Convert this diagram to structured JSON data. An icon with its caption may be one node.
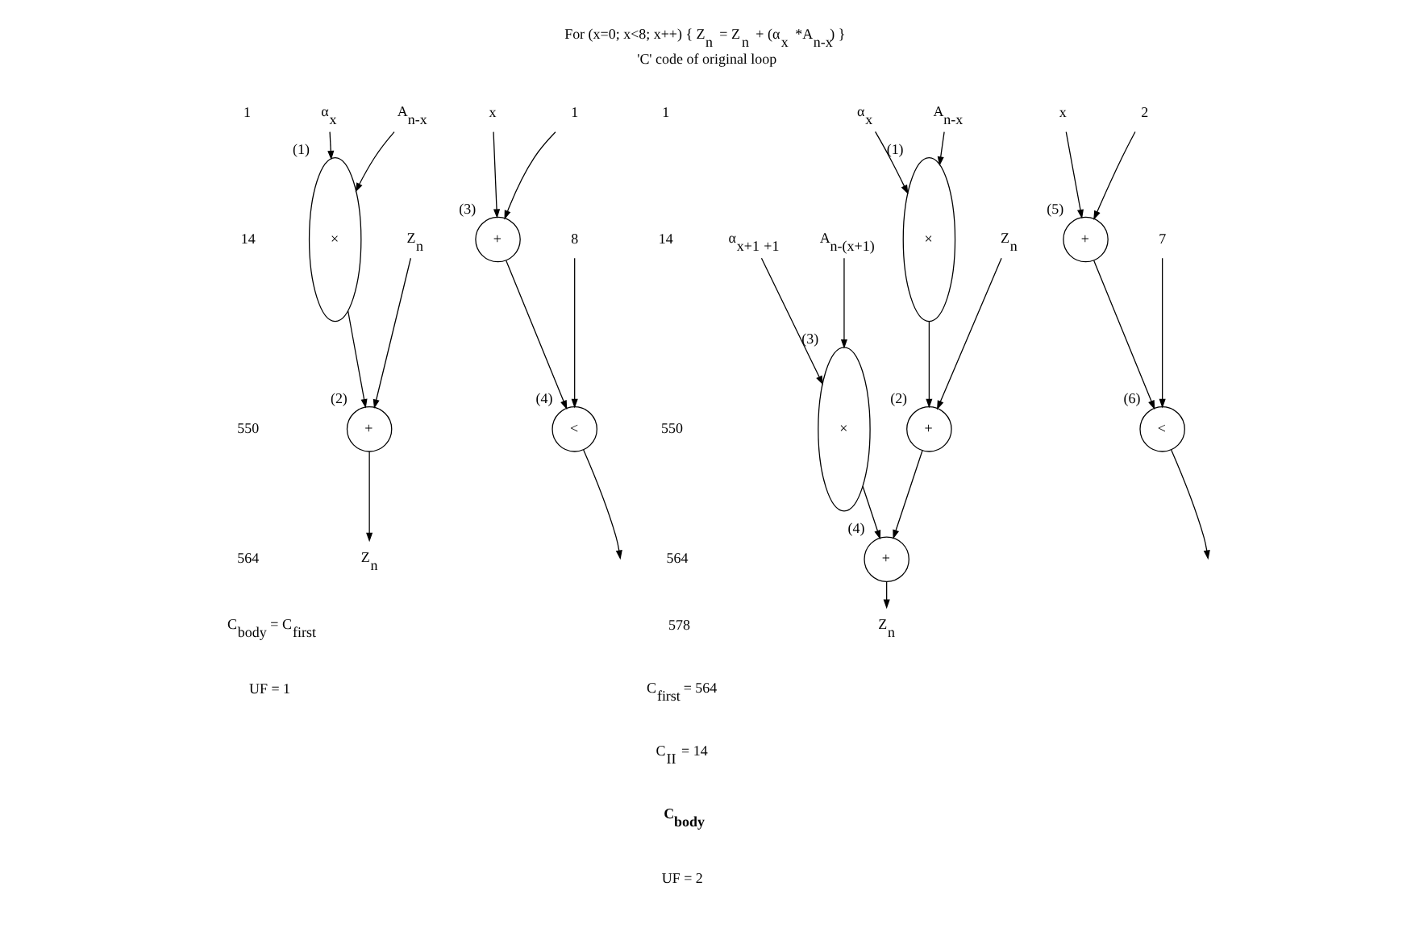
{
  "diagram": {
    "title": "For (x=0; x<8; x++) { Z$_{n}$ = Z$_{n}$ + (α$_{x}$ *A$_{n-x}$) }",
    "caption": "'C' code of original loop",
    "nodes": [
      {
        "text": [
          "α$_{x}$"
        ]
      },
      {
        "text": [
          "A$_{n-x}$"
        ]
      },
      {
        "text": [
          "×"
        ],
        "beside": [
          "(1)"
        ]
      },
      {
        "text": [
          "x"
        ]
      },
      {
        "text": [
          "1"
        ]
      },
      {
        "text": [
          "+"
        ],
        "beside": [
          "(3)"
        ]
      },
      {
        "text": [
          "8"
        ]
      },
      {
        "text": [
          "<"
        ],
        "beside": [
          "(4)"
        ]
      },
      {
        "text": [
          "Z$_{n}$"
        ]
      },
      {
        "text": [
          "+"
        ],
        "beside": [
          "(2)"
        ]
      },
      {
        "text": [
          "Z$_{n}$"
        ]
      },
      {
        "text": [
          "α$_{x}$"
        ]
      },
      {
        "text": [
          "A$_{n-x}$"
        ]
      },
      {
        "text": [
          "×"
        ],
        "beside": [
          "(1)"
        ]
      },
      {
        "text": [
          "α$_{x+1}$ $_{+1}$"
        ]
      },
      {
        "text": [
          "A$_{n-(x+1)}$"
        ]
      },
      {
        "text": [
          "×"
        ],
        "beside": [
          "(3)"
        ]
      },
      {
        "text": [
          "x"
        ]
      },
      {
        "text": [
          "2"
        ]
      },
      {
        "text": [
          "+"
        ],
        "beside": [
          "(5)"
        ]
      },
      {
        "text": [
          "7"
        ]
      },
      {
        "text": [
          "<"
        ],
        "beside": [
          "(6)"
        ]
      },
      {
        "text": [
          "Z$_{n}$"
        ]
      },
      {
        "text": [
          "+"
        ],
        "beside": [
          "(2)"
        ]
      },
      {
        "text": [
          "+"
        ],
        "beside": [
          "(4)"
        ]
      },
      {
        "text": [
          "Z$_{n}$"
        ]
      }
    ],
    "edges": [
      {
        "from": 0,
        "to": 2,
        "arrow": "to"
      },
      {
        "from": 1,
        "to": 2,
        "arrow": "to"
      },
      {
        "from": 3,
        "to": 5,
        "arrow": "to"
      },
      {
        "from": 4,
        "to": 5,
        "arrow": "to"
      },
      {
        "from": 5,
        "to": 7,
        "arrow": "to"
      },
      {
        "from": 6,
        "to": 7,
        "arrow": "to"
      },
      {
        "from": 7,
        "to": null,
        "arrow": "to"
      },
      {
        "from": 8,
        "to": 9,
        "arrow": "to"
      },
      {
        "from": 2,
        "to": 9,
        "arrow": "to"
      },
      {
        "from": 9,
        "to": 10,
        "arrow": "to"
      },
      {
        "from": 11,
        "to": 13,
        "arrow": "to"
      },
      {
        "from": 12,
        "to": 13,
        "arrow": "to"
      },
      {
        "from": 14,
        "to": 16,
        "arrow": "to"
      },
      {
        "from": 15,
        "to": 16,
        "arrow": "to"
      },
      {
        "from": 17,
        "to": 19,
        "arrow": "to"
      },
      {
        "from": 18,
        "to": 19,
        "arrow": "to"
      },
      {
        "from": 19,
        "to": 21,
        "arrow": "to"
      },
      {
        "from": 20,
        "to": 21,
        "arrow": "to"
      },
      {
        "from": 21,
        "to": null,
        "arrow": "to"
      },
      {
        "from": 22,
        "to": 23,
        "arrow": "to"
      },
      {
        "from": 13,
        "to": 23,
        "arrow": "to"
      },
      {
        "from": 23,
        "to": 24,
        "arrow": "to"
      },
      {
        "from": 16,
        "to": 24,
        "arrow": "to"
      },
      {
        "from": 24,
        "to": 25,
        "arrow": "to"
      }
    ],
    "labels": [
      "1",
      "14",
      "550",
      "564",
      "C$_{body}$ = C$_{first}$",
      "UF = 1",
      "1",
      "14",
      "550",
      "564",
      "578",
      "C$_{first}$ = 564",
      "C$_{II}$ = 14",
      "C$_{body}$",
      "UF = 2"
    ]
  }
}
